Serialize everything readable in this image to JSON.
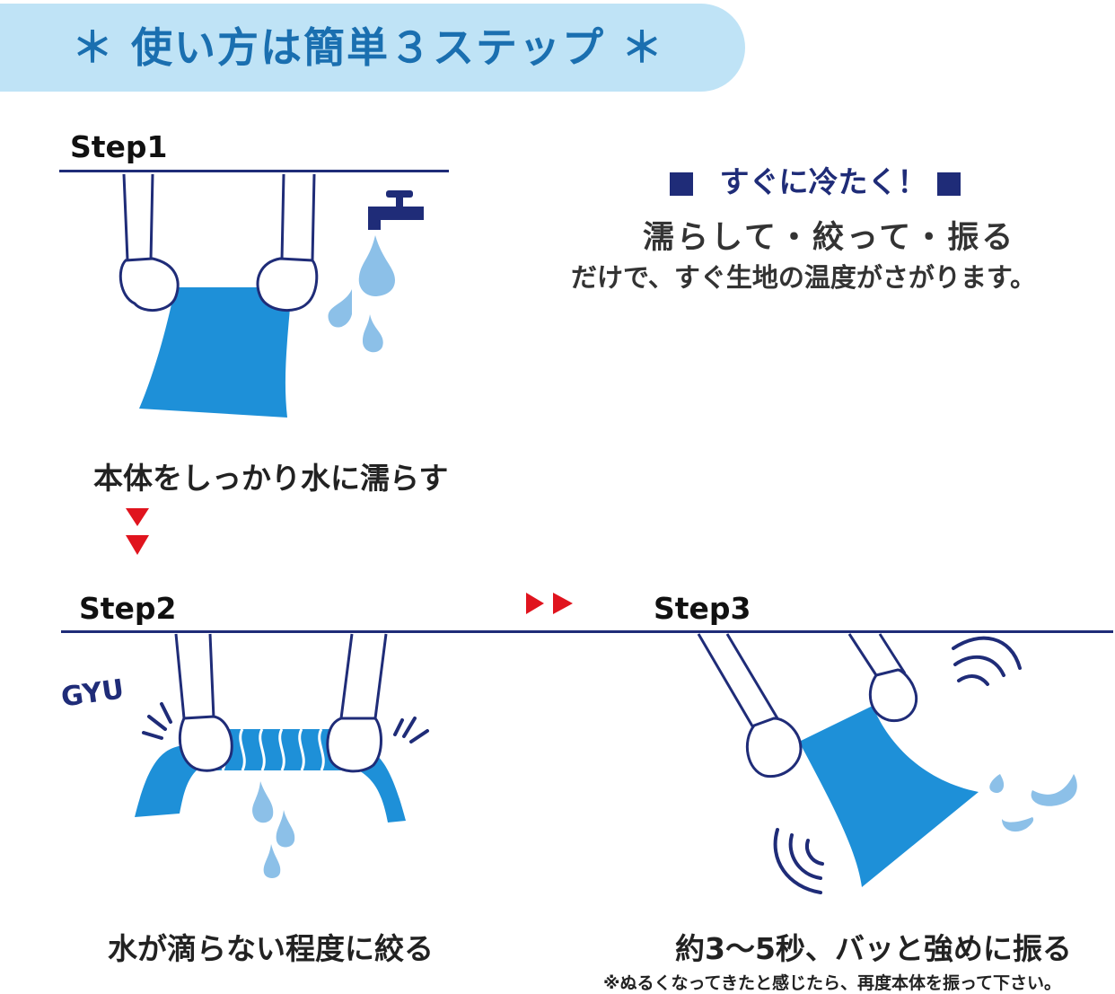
{
  "banner": {
    "title": "＊ 使い方は簡単３ステップ ＊"
  },
  "step1": {
    "label": "Step1",
    "caption": "本体をしっかり水に濡らす"
  },
  "step2": {
    "label": "Step2",
    "caption": "水が滴らない程度に絞る",
    "sound": "GYU"
  },
  "step3": {
    "label": "Step3",
    "caption": "約3〜5秒、バッと強めに振る",
    "note": "※ぬるくなってきたと感じたら、再度本体を振って下さい。"
  },
  "info": {
    "heading": "すぐに冷たく！",
    "line1": "濡らして・絞って・振る",
    "line2": "だけで、すぐ生地の温度がさがります。"
  },
  "colors": {
    "banner_bg": "#bfe3f6",
    "title": "#1a6fb0",
    "navy": "#1f2c78",
    "towel": "#1e90d8",
    "drop": "#8cc0e8",
    "arrow": "#e0141e"
  }
}
